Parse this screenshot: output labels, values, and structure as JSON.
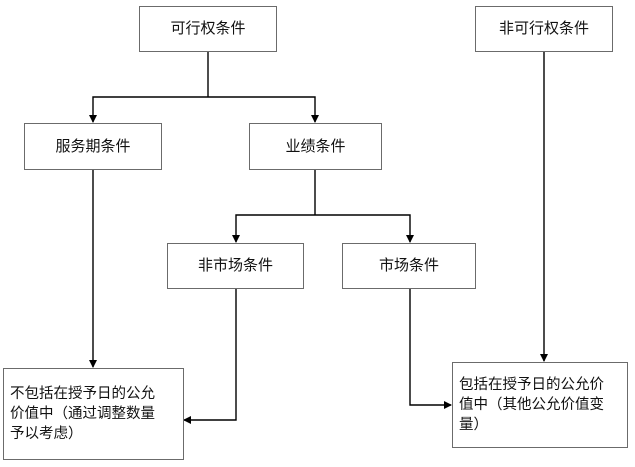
{
  "nodes": {
    "exercisable": "可行权条件",
    "non_exercisable": "非可行权条件",
    "service_period": "服务期条件",
    "performance": "业绩条件",
    "non_market": "非市场条件",
    "market": "市场条件",
    "excluded": "不包括在授予日的公允\n价值中（通过调整数量\n予以考虑）",
    "included": "包括在授予日的公允价\n值中（其他公允价值变\n量）"
  },
  "colors": {
    "border": "#6b6b6b",
    "line": "#000000",
    "text": "#111111"
  }
}
